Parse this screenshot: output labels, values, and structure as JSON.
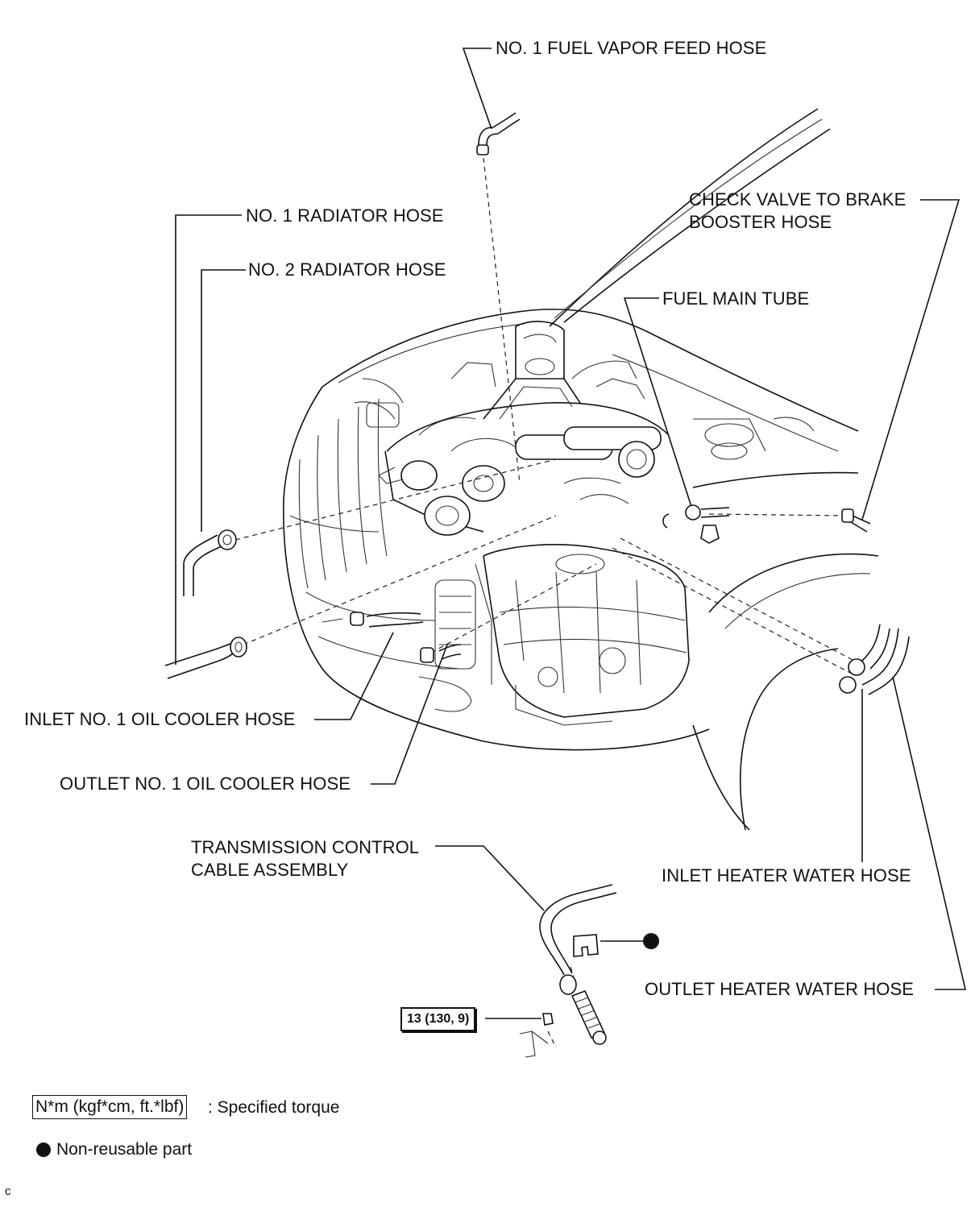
{
  "labels": {
    "fuel_vapor_feed_hose": "NO. 1 FUEL VAPOR FEED HOSE",
    "no1_radiator_hose": "NO. 1 RADIATOR HOSE",
    "no2_radiator_hose": "NO. 2 RADIATOR HOSE",
    "check_valve_line1": "CHECK VALVE TO BRAKE",
    "check_valve_line2": "BOOSTER HOSE",
    "fuel_main_tube": "FUEL MAIN TUBE",
    "inlet_oil_cooler_hose": "INLET NO. 1 OIL COOLER HOSE",
    "outlet_oil_cooler_hose": "OUTLET NO. 1 OIL COOLER HOSE",
    "transmission_cable_line1": "TRANSMISSION CONTROL",
    "transmission_cable_line2": "CABLE ASSEMBLY",
    "inlet_heater_water_hose": "INLET HEATER WATER HOSE",
    "outlet_heater_water_hose": "OUTLET HEATER WATER HOSE"
  },
  "torque": {
    "value": "13 (130, 9)"
  },
  "legend": {
    "torque_units": "N*m (kgf*cm, ft.*lbf)",
    "torque_desc": ": Specified torque",
    "nonreusable_desc": "Non-reusable part"
  },
  "footer_code": "c"
}
